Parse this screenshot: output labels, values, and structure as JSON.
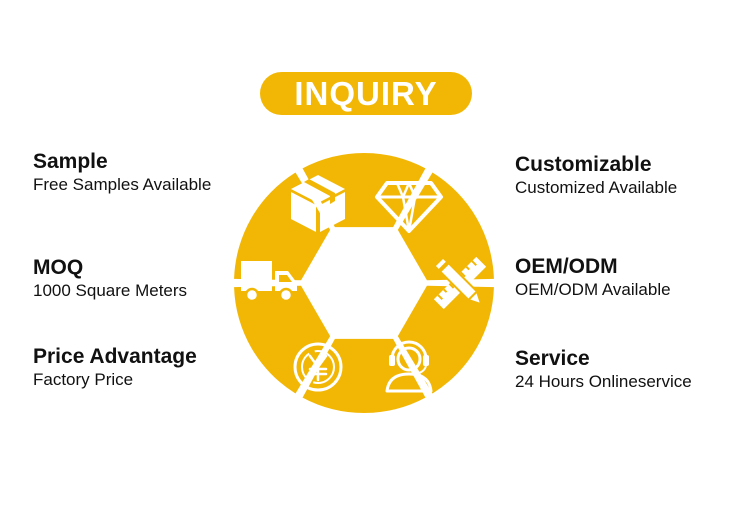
{
  "header": {
    "title": "INQUIRY"
  },
  "features_left": [
    {
      "title": "Sample",
      "desc": "Free Samples Available"
    },
    {
      "title": "MOQ",
      "desc": "1000 Square Meters"
    },
    {
      "title": "Price Advantage",
      "desc": "Factory Price"
    }
  ],
  "features_right": [
    {
      "title": "Customizable",
      "desc": "Customized Available"
    },
    {
      "title": "OEM/ODM",
      "desc": "OEM/ODM Available"
    },
    {
      "title": "Service",
      "desc": "24 Hours Onlineservice"
    }
  ],
  "wheel": {
    "segments": [
      {
        "icon": "box-icon"
      },
      {
        "icon": "diamond-icon"
      },
      {
        "icon": "pencil-ruler-icon"
      },
      {
        "icon": "headset-person-icon"
      },
      {
        "icon": "yen-coin-icon"
      },
      {
        "icon": "truck-icon"
      }
    ]
  },
  "colors": {
    "accent": "#f2b705",
    "text": "#111111",
    "background": "#ffffff"
  }
}
